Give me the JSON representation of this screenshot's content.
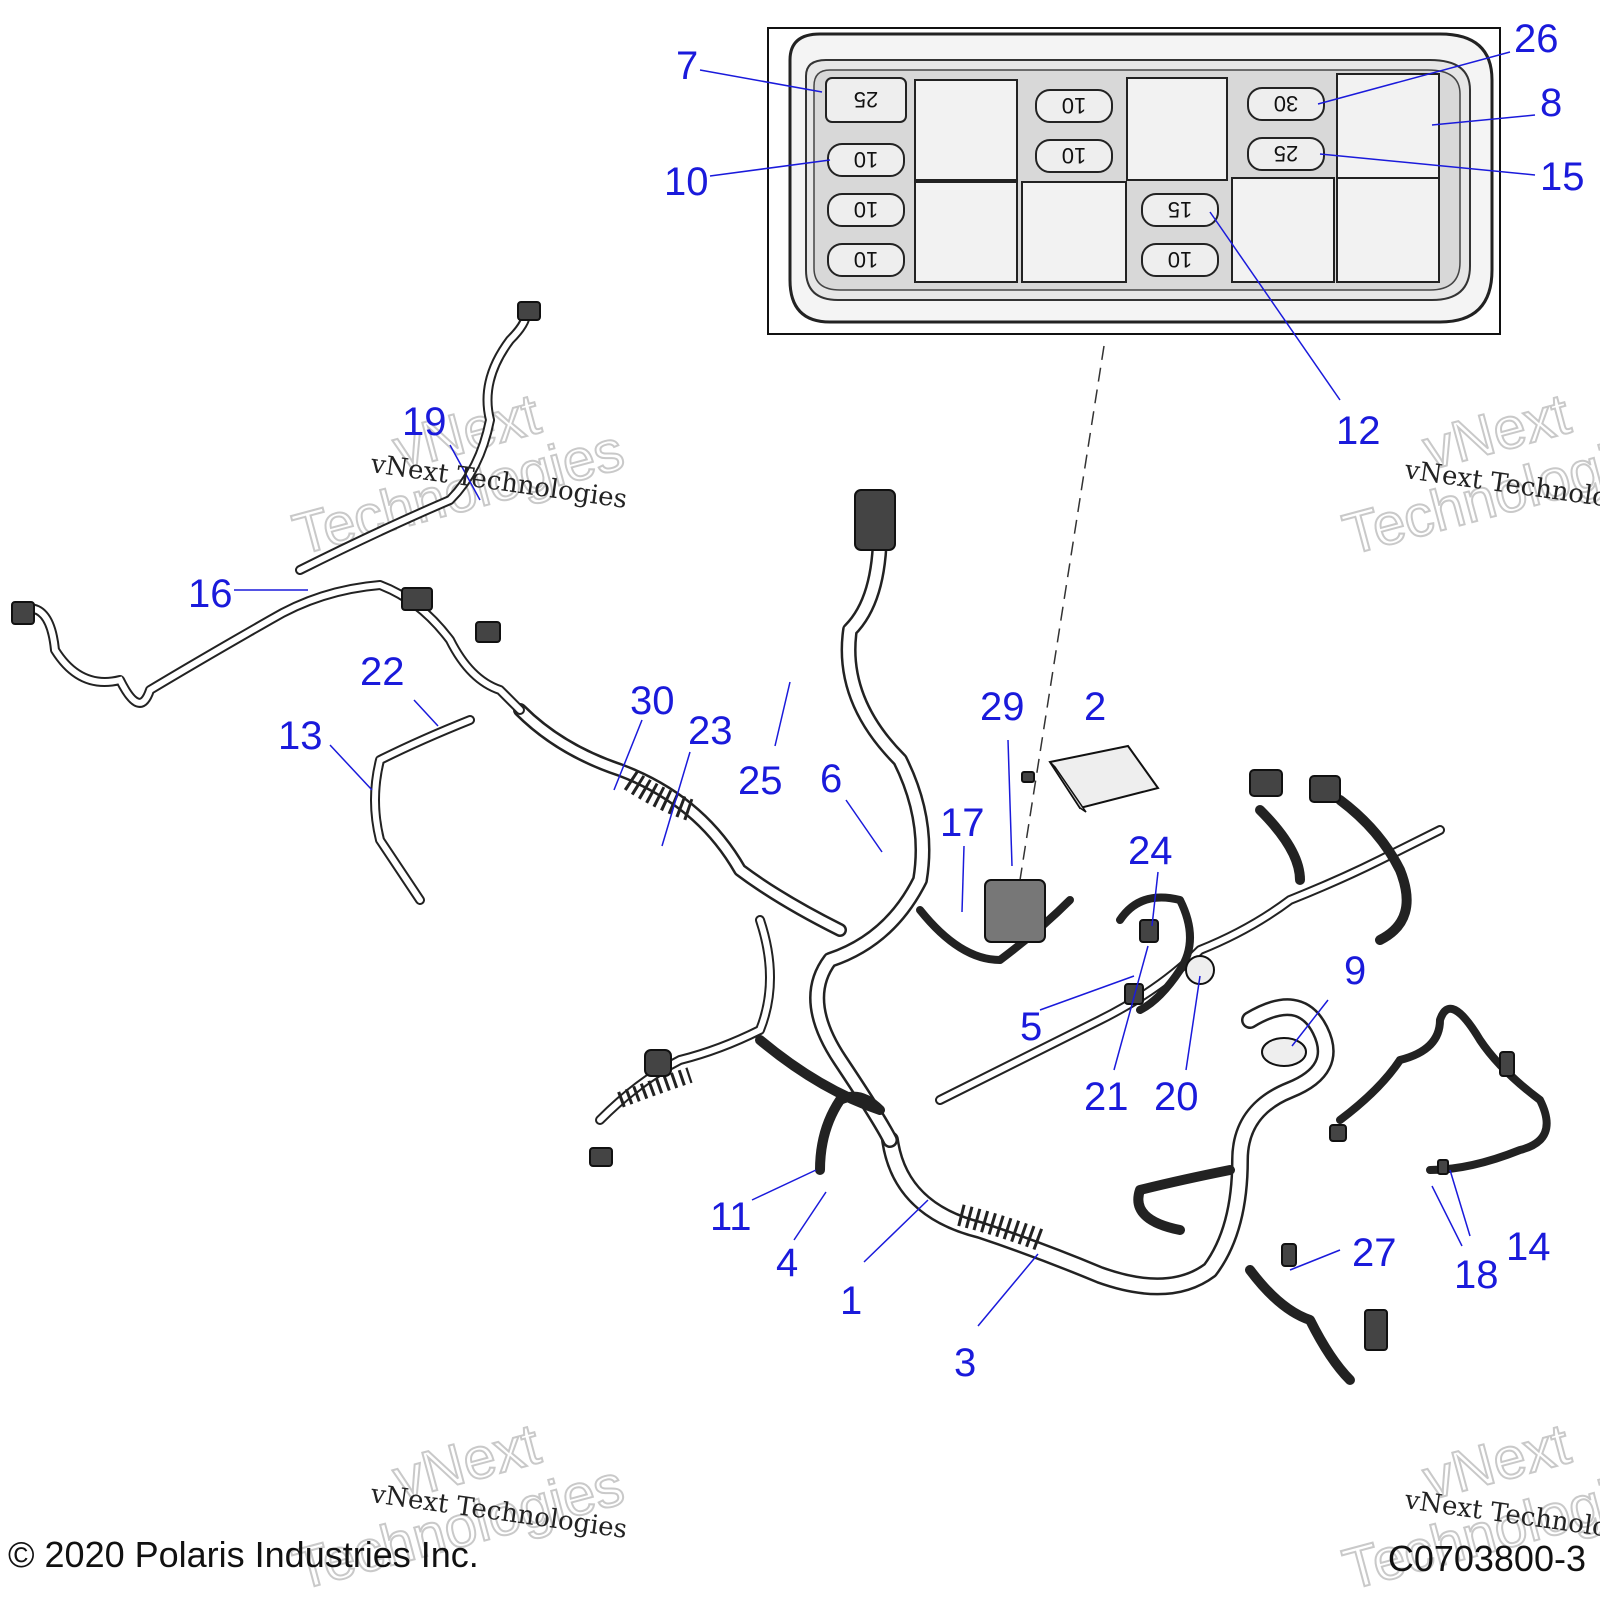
{
  "diagram": {
    "callouts": [
      {
        "id": "callout-1",
        "text": "1"
      },
      {
        "id": "callout-2",
        "text": "2"
      },
      {
        "id": "callout-3",
        "text": "3"
      },
      {
        "id": "callout-4",
        "text": "4"
      },
      {
        "id": "callout-5",
        "text": "5"
      },
      {
        "id": "callout-6",
        "text": "6"
      },
      {
        "id": "callout-7",
        "text": "7"
      },
      {
        "id": "callout-8",
        "text": "8"
      },
      {
        "id": "callout-9",
        "text": "9"
      },
      {
        "id": "callout-10",
        "text": "10"
      },
      {
        "id": "callout-11",
        "text": "11"
      },
      {
        "id": "callout-12",
        "text": "12"
      },
      {
        "id": "callout-13",
        "text": "13"
      },
      {
        "id": "callout-14",
        "text": "14"
      },
      {
        "id": "callout-15",
        "text": "15"
      },
      {
        "id": "callout-16",
        "text": "16"
      },
      {
        "id": "callout-17",
        "text": "17"
      },
      {
        "id": "callout-18",
        "text": "18"
      },
      {
        "id": "callout-19",
        "text": "19"
      },
      {
        "id": "callout-20",
        "text": "20"
      },
      {
        "id": "callout-21",
        "text": "21"
      },
      {
        "id": "callout-22",
        "text": "22"
      },
      {
        "id": "callout-23",
        "text": "23"
      },
      {
        "id": "callout-24",
        "text": "24"
      },
      {
        "id": "callout-25",
        "text": "25"
      },
      {
        "id": "callout-26",
        "text": "26"
      },
      {
        "id": "callout-27",
        "text": "27"
      },
      {
        "id": "callout-29",
        "text": "29"
      },
      {
        "id": "callout-30",
        "text": "30"
      }
    ],
    "fuse_ratings": {
      "f1": "25",
      "f2": "10",
      "f3": "10",
      "f4": "10",
      "f5": "10",
      "f6": "10",
      "f7": "15",
      "f8": "10",
      "f9": "30",
      "f10": "25"
    }
  },
  "watermark": {
    "brand_big_1": "vNext",
    "brand_big_2": "Technologies",
    "brand_small": "vNext Technologies"
  },
  "footer": {
    "copyright": "© 2020 Polaris Industries Inc.",
    "figure_id": "C0703800-3"
  }
}
